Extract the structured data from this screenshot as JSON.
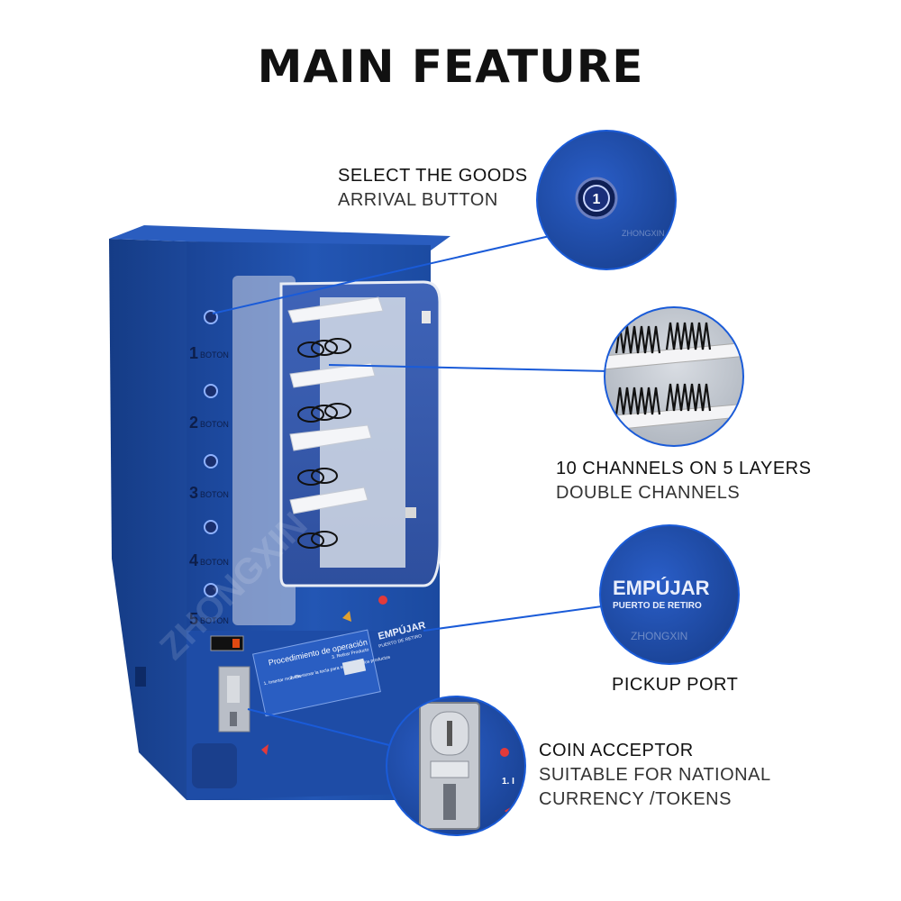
{
  "title": "MAIN FEATURE",
  "machine": {
    "buttons": [
      {
        "number": "1",
        "text": "BOTON"
      },
      {
        "number": "2",
        "text": "BOTON"
      },
      {
        "number": "3",
        "text": "BOTON"
      },
      {
        "number": "4",
        "text": "BOTON"
      },
      {
        "number": "5",
        "text": "BOTON"
      }
    ],
    "panel_heading": "Procedimiento de operación",
    "panel_step1": "1. Insertar moneda",
    "panel_step2": "2. Presionar la tecla para seleccionar los productos",
    "panel_step3": "3. Retirar Producto",
    "pickup_label": "EMPÚJAR",
    "pickup_sub": "PUERTO DE RETIRO",
    "watermark": "ZHONGXIN"
  },
  "features": [
    {
      "id": "button",
      "title": "SELECT THE GOODS",
      "subtitle": "ARRIVAL BUTTON"
    },
    {
      "id": "channels",
      "title": "10 CHANNELS ON 5 LAYERS",
      "subtitle": "DOUBLE CHANNELS"
    },
    {
      "id": "pickup",
      "title": "PICKUP PORT",
      "subtitle": ""
    },
    {
      "id": "coin",
      "title": "COIN ACCEPTOR",
      "subtitle": "SUITABLE FOR NATIONAL",
      "subtitle2": "CURRENCY /TOKENS"
    }
  ],
  "zoom": {
    "button_digit": "1",
    "pickup_label": "EMPÚJAR",
    "pickup_sub": "PUERTO DE RETIRO",
    "coin_step": "1. I",
    "coin_badge": "",
    "watermark": "ZHONGXIN"
  },
  "colors": {
    "machine_blue": "#1f4ea8",
    "line_blue": "#1a5bd8",
    "text": "#111111"
  }
}
